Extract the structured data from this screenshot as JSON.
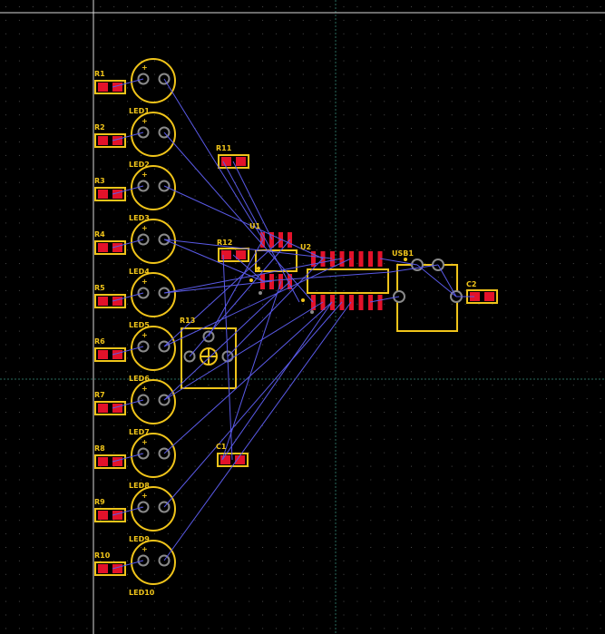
{
  "colors": {
    "background": "#000000",
    "grid_dot": "#4a4a4a",
    "crosshair": "#2a6b5e",
    "origin_line": "#d8d8d8",
    "silkscreen": "#f0c41a",
    "pad": "#e3122a",
    "pad_outline": "#f0c41a",
    "ratsnest": "#5a5ae8",
    "through_hole": "#8a8a8a"
  },
  "icons": {
    "trimmer": "crosshair-circle-icon",
    "polarity": "plus-icon"
  },
  "leds": [
    {
      "ref": "LED1",
      "label": "LED1",
      "plus": "+"
    },
    {
      "ref": "LED2",
      "label": "LED2",
      "plus": "+"
    },
    {
      "ref": "LED3",
      "label": "LED3",
      "plus": "+"
    },
    {
      "ref": "LED4",
      "label": "LED4",
      "plus": "+"
    },
    {
      "ref": "LED5",
      "label": "LED5",
      "plus": "+"
    },
    {
      "ref": "LED6",
      "label": "LED6",
      "plus": "+"
    },
    {
      "ref": "LED7",
      "label": "LED7",
      "plus": "+"
    },
    {
      "ref": "LED8",
      "label": "LED8",
      "plus": "+"
    },
    {
      "ref": "LED9",
      "label": "LED9",
      "plus": "+"
    },
    {
      "ref": "LED10",
      "label": "LED10",
      "plus": "+"
    }
  ],
  "resistors": [
    {
      "label": "R1"
    },
    {
      "label": "R2"
    },
    {
      "label": "R3"
    },
    {
      "label": "R4"
    },
    {
      "label": "R5"
    },
    {
      "label": "R6"
    },
    {
      "label": "R7"
    },
    {
      "label": "R8"
    },
    {
      "label": "R9"
    },
    {
      "label": "R10"
    }
  ],
  "components": {
    "r11": "R11",
    "r12": "R12",
    "r13": "R13",
    "u1": "U1",
    "u2": "U2",
    "usb1": "USB1",
    "c1": "C1",
    "c2": "C2"
  }
}
